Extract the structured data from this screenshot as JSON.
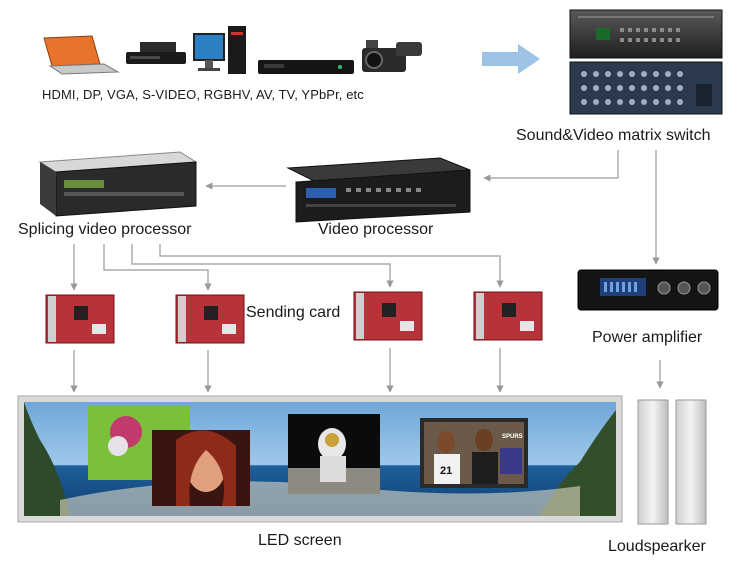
{
  "sources": {
    "caption": "HDMI, DP, VGA, S-VIDEO, RGBHV, AV, TV, YPbPr, etc"
  },
  "matrix_switch": {
    "label": "Sound&Video matrix switch"
  },
  "splicing_processor": {
    "label": "Splicing video processor"
  },
  "video_processor": {
    "label": "Video processor"
  },
  "sending_card": {
    "label": "Sending card"
  },
  "power_amplifier": {
    "label": "Power amplifier"
  },
  "led_screen": {
    "label": "LED screen"
  },
  "loudspeaker": {
    "label": "Loudspearker"
  },
  "screen_photos": {
    "tv_scoreboard": [
      "21",
      "SPURS"
    ]
  },
  "colors": {
    "arrow": "#9a9a9a",
    "big_arrow": "#9cc3e6",
    "card_red": "#b8323a",
    "screen_frame": "#d9d9d9"
  }
}
